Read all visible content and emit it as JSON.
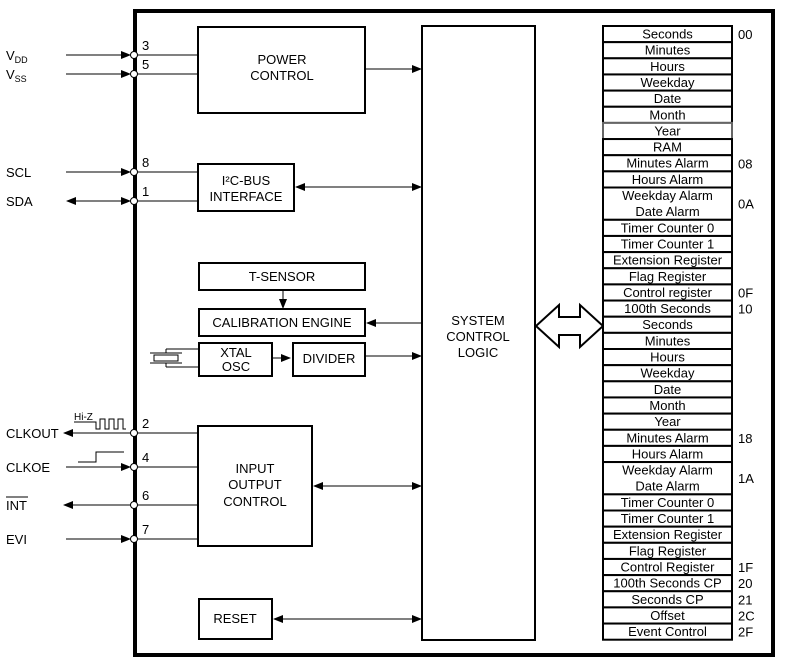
{
  "pins": [
    {
      "id": "vdd",
      "label": "V",
      "sub": "DD",
      "number": "3",
      "direction": "in"
    },
    {
      "id": "vss",
      "label": "V",
      "sub": "SS",
      "number": "5",
      "direction": "in"
    },
    {
      "id": "scl",
      "label": "SCL",
      "sub": "",
      "number": "8",
      "direction": "in"
    },
    {
      "id": "sda",
      "label": "SDA",
      "sub": "",
      "number": "1",
      "direction": "bidir"
    },
    {
      "id": "clkout",
      "label": "CLKOUT",
      "sub": "",
      "number": "2",
      "direction": "out"
    },
    {
      "id": "clkoe",
      "label": "CLKOE",
      "sub": "",
      "number": "4",
      "direction": "in"
    },
    {
      "id": "int",
      "label": "INT",
      "sub": "",
      "number": "6",
      "direction": "out",
      "overline": true
    },
    {
      "id": "evi",
      "label": "EVI",
      "sub": "",
      "number": "7",
      "direction": "in"
    }
  ],
  "waveform_label": "Hi-Z",
  "blocks": {
    "power_control": [
      "POWER",
      "CONTROL"
    ],
    "i2c_interface": [
      "I²C-BUS",
      "INTERFACE"
    ],
    "t_sensor": [
      "T-SENSOR"
    ],
    "calibration_engine": [
      "CALIBRATION ENGINE"
    ],
    "xtal_osc": [
      "XTAL",
      "OSC"
    ],
    "divider": [
      "DIVIDER"
    ],
    "io_control": [
      "INPUT",
      "OUTPUT",
      "CONTROL"
    ],
    "reset": [
      "RESET"
    ],
    "system_control_logic": [
      "SYSTEM",
      "CONTROL",
      "LOGIC"
    ]
  },
  "registers": [
    {
      "name": [
        "Seconds"
      ],
      "addr": "00"
    },
    {
      "name": [
        "Minutes"
      ],
      "addr": ""
    },
    {
      "name": [
        "Hours"
      ],
      "addr": ""
    },
    {
      "name": [
        "Weekday"
      ],
      "addr": ""
    },
    {
      "name": [
        "Date"
      ],
      "addr": ""
    },
    {
      "name": [
        "Month"
      ],
      "addr": ""
    },
    {
      "name": [
        "Year"
      ],
      "addr": ""
    },
    {
      "name": [
        "RAM"
      ],
      "addr": ""
    },
    {
      "name": [
        "Minutes Alarm"
      ],
      "addr": "08"
    },
    {
      "name": [
        "Hours Alarm"
      ],
      "addr": ""
    },
    {
      "name": [
        "Weekday Alarm",
        "Date Alarm"
      ],
      "addr": "0A"
    },
    {
      "name": [
        "Timer Counter 0"
      ],
      "addr": ""
    },
    {
      "name": [
        "Timer Counter 1"
      ],
      "addr": ""
    },
    {
      "name": [
        "Extension Register"
      ],
      "addr": ""
    },
    {
      "name": [
        "Flag Register"
      ],
      "addr": ""
    },
    {
      "name": [
        "Control register"
      ],
      "addr": "0F"
    },
    {
      "name": [
        "100th Seconds"
      ],
      "addr": "10"
    },
    {
      "name": [
        "Seconds"
      ],
      "addr": ""
    },
    {
      "name": [
        "Minutes"
      ],
      "addr": ""
    },
    {
      "name": [
        "Hours"
      ],
      "addr": ""
    },
    {
      "name": [
        "Weekday"
      ],
      "addr": ""
    },
    {
      "name": [
        "Date"
      ],
      "addr": ""
    },
    {
      "name": [
        "Month"
      ],
      "addr": ""
    },
    {
      "name": [
        "Year"
      ],
      "addr": ""
    },
    {
      "name": [
        "Minutes Alarm"
      ],
      "addr": "18"
    },
    {
      "name": [
        "Hours Alarm"
      ],
      "addr": ""
    },
    {
      "name": [
        "Weekday Alarm",
        "Date Alarm"
      ],
      "addr": "1A"
    },
    {
      "name": [
        "Timer Counter 0"
      ],
      "addr": ""
    },
    {
      "name": [
        "Timer Counter 1"
      ],
      "addr": ""
    },
    {
      "name": [
        "Extension Register"
      ],
      "addr": ""
    },
    {
      "name": [
        "Flag Register"
      ],
      "addr": ""
    },
    {
      "name": [
        "Control Register"
      ],
      "addr": "1F"
    },
    {
      "name": [
        "100th Seconds CP"
      ],
      "addr": "20"
    },
    {
      "name": [
        "Seconds CP"
      ],
      "addr": "21"
    },
    {
      "name": [
        "Offset"
      ],
      "addr": "2C"
    },
    {
      "name": [
        "Event Control"
      ],
      "addr": "2F"
    }
  ]
}
